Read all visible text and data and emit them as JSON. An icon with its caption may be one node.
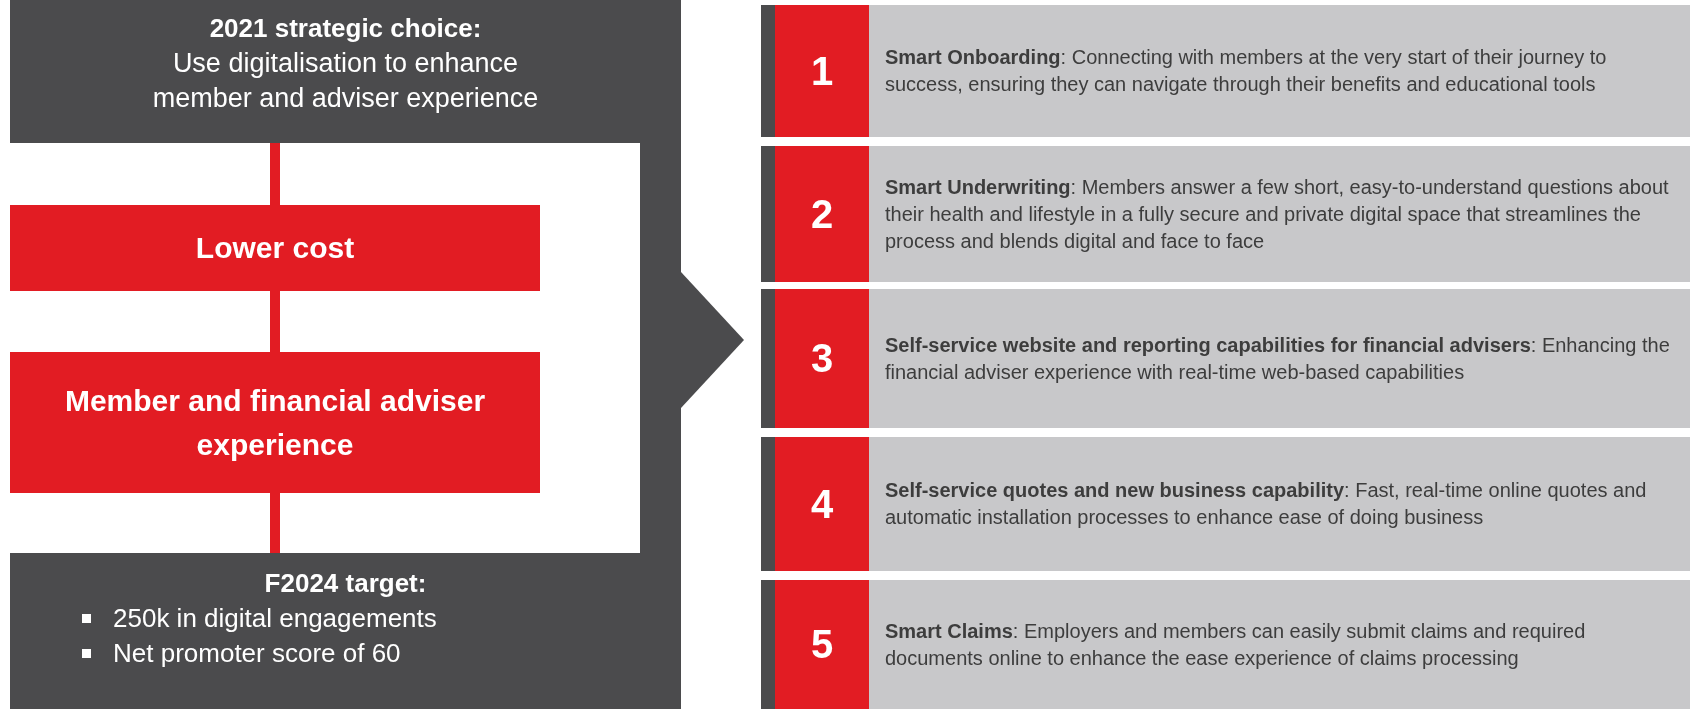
{
  "diagram": {
    "nodes": [
      {
        "text": [
          "2021 strategic choice:",
          "Use digitalisation to enhance member and adviser experience"
        ]
      },
      {
        "text": [
          "Lower cost"
        ]
      },
      {
        "text": [
          "Member and financial adviser experience"
        ]
      },
      {
        "text": [
          "F2024 target:",
          "250k in digital engagements",
          "Net promoter score of 60"
        ]
      },
      {
        "text": [
          "1",
          "**Smart Onboarding**: Connecting with members at the very start of their journey to success, ensuring they can navigate through their benefits and educational tools"
        ]
      },
      {
        "text": [
          "2",
          "**Smart Underwriting**: Members answer a few short, easy-to-understand questions about their health and lifestyle in a fully secure and private digital space that streamlines the process and blends digital and face to face"
        ]
      },
      {
        "text": [
          "3",
          "**Self-service website and reporting capabilities for financial advisers**: Enhancing the financial adviser experience with real-time web-based capabilities"
        ]
      },
      {
        "text": [
          "4",
          "**Self-service quotes and new business capability**: Fast, real-time online quotes and automatic installation processes to enhance ease of doing business"
        ]
      },
      {
        "text": [
          "5",
          "**Smart Claims**: Employers and members can easily submit claims and required documents online to enhance the ease experience of claims processing"
        ]
      },
      {
        "text": [],
        "shape": "triangle"
      }
    ],
    "edges": [
      {
        "from": 0,
        "to": 1,
        "arrow": "none"
      },
      {
        "from": 1,
        "to": 2,
        "arrow": "none"
      },
      {
        "from": 2,
        "to": 3,
        "arrow": "none"
      },
      {
        "from": 0,
        "to": 3,
        "arrow": "none",
        "style": "thick",
        "color": "#4b4b4d"
      }
    ]
  }
}
